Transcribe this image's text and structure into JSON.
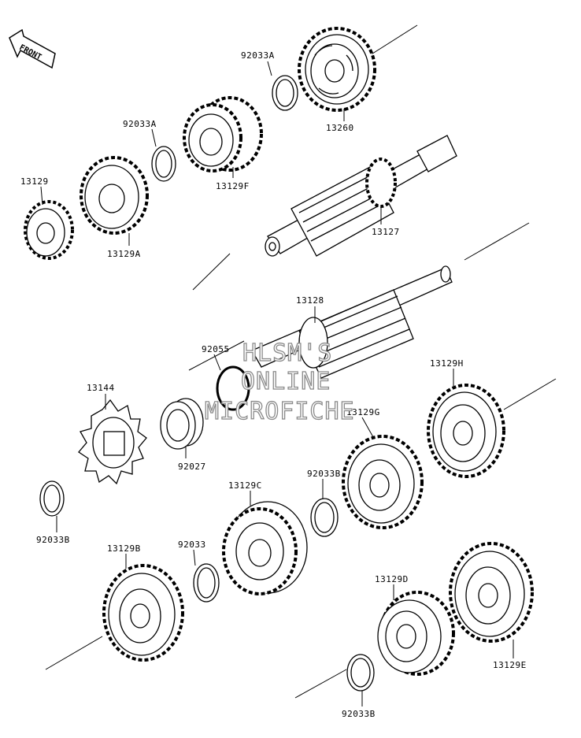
{
  "watermark": {
    "line1": "HLSM'S",
    "line2": "ONLINE",
    "line3": "MICROFICHE"
  },
  "front_arrow": {
    "label": "FRONT",
    "icon": "front-arrow-icon"
  },
  "parts": {
    "p13260": "13260",
    "p92033a_top": "92033A",
    "p92033a_mid": "92033A",
    "p13129f": "13129F",
    "p13129": "13129",
    "p13129a": "13129A",
    "p13127": "13127",
    "p13128": "13128",
    "p92055": "92055",
    "p13144": "13144",
    "p92027": "92027",
    "p13129h": "13129H",
    "p13129g": "13129G",
    "p92033b_left": "92033B",
    "p13129c": "13129C",
    "p92033b_mid": "92033B",
    "p13129b": "13129B",
    "p92033": "92033",
    "p13129d": "13129D",
    "p13129e": "13129E",
    "p92033b_bottom": "92033B"
  }
}
